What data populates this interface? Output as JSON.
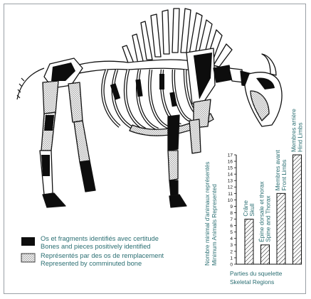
{
  "legend": {
    "solid": {
      "fr": "Os et fragments identifiés avec certitude",
      "en": "Bones and pieces positively identified"
    },
    "stipple": {
      "fr": "Représentés par des os de remplacement",
      "en": "Represented by comminuted bone"
    }
  },
  "colors": {
    "text": "#2a6e72",
    "bone_solid": "#0d0d0d",
    "stroke": "#111111"
  },
  "chart_data": {
    "type": "bar",
    "ylabel": [
      "Nombre minimal d'animaux représentés",
      "Minimum Animals Represented"
    ],
    "xlabel": [
      "Parties du squelette",
      "Skeletal Regions"
    ],
    "ylim": [
      0,
      17
    ],
    "yticks": [
      "0",
      "1",
      "2",
      "3",
      "4",
      "5",
      "6",
      "7",
      "8",
      "9",
      "10",
      "11",
      "12",
      "13",
      "14",
      "15",
      "16",
      "17"
    ],
    "categories": [
      {
        "label_fr": "Crâne",
        "label_en": "Skull"
      },
      {
        "label_fr": "Épine dorsale et thorax",
        "label_en": "Spine and Thorax"
      },
      {
        "label_fr": "Membres avant",
        "label_en": "Front Limbs"
      },
      {
        "label_fr": "Membres arrière",
        "label_en": "Hind Limbs"
      }
    ],
    "values": [
      7,
      3,
      11,
      17
    ],
    "bar_style": "hatched"
  }
}
